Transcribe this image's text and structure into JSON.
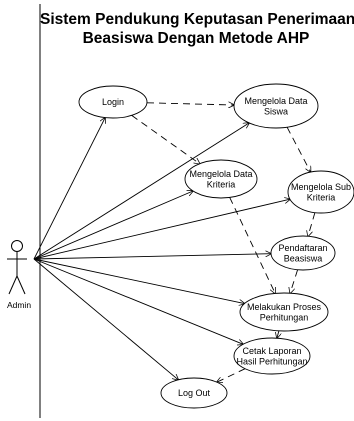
{
  "title": {
    "line1": "Sistem Pendukung Keputasan Penerimaan",
    "line2": "Beasiswa Dengan Metode AHP"
  },
  "actor": {
    "id": "admin",
    "label": "Admin"
  },
  "use_cases": [
    {
      "id": "login",
      "lines": [
        "Login"
      ]
    },
    {
      "id": "mengelola-data-siswa",
      "lines": [
        "Mengelola Data",
        "Siswa"
      ]
    },
    {
      "id": "mengelola-data-kriteria",
      "lines": [
        "Mengelola Data",
        "Kriteria"
      ]
    },
    {
      "id": "mengelola-sub-kriteria",
      "lines": [
        "Mengelola Sub",
        "Kriteria"
      ]
    },
    {
      "id": "pendaftaran-beasiswa",
      "lines": [
        "Pendaftaran",
        "Beasiswa"
      ]
    },
    {
      "id": "melakukan-proses-perhitungan",
      "lines": [
        "Melakukan Proses",
        "Perhitungan"
      ]
    },
    {
      "id": "cetak-laporan-hasil-perhitungan",
      "lines": [
        "Cetak Laporan",
        "Hasil Perhitungan"
      ]
    },
    {
      "id": "log-out",
      "lines": [
        "Log Out"
      ]
    }
  ],
  "associations": [
    "login",
    "mengelola-data-siswa",
    "mengelola-data-kriteria",
    "mengelola-sub-kriteria",
    "pendaftaran-beasiswa",
    "melakukan-proses-perhitungan",
    "cetak-laporan-hasil-perhitungan",
    "log-out"
  ],
  "dependencies": [
    [
      "login",
      "mengelola-data-siswa"
    ],
    [
      "login",
      "mengelola-data-kriteria"
    ],
    [
      "mengelola-data-siswa",
      "mengelola-sub-kriteria"
    ],
    [
      "mengelola-data-kriteria",
      "melakukan-proses-perhitungan"
    ],
    [
      "mengelola-sub-kriteria",
      "pendaftaran-beasiswa"
    ],
    [
      "pendaftaran-beasiswa",
      "melakukan-proses-perhitungan"
    ],
    [
      "melakukan-proses-perhitungan",
      "cetak-laporan-hasil-perhitungan"
    ],
    [
      "cetak-laporan-hasil-perhitungan",
      "log-out"
    ]
  ]
}
